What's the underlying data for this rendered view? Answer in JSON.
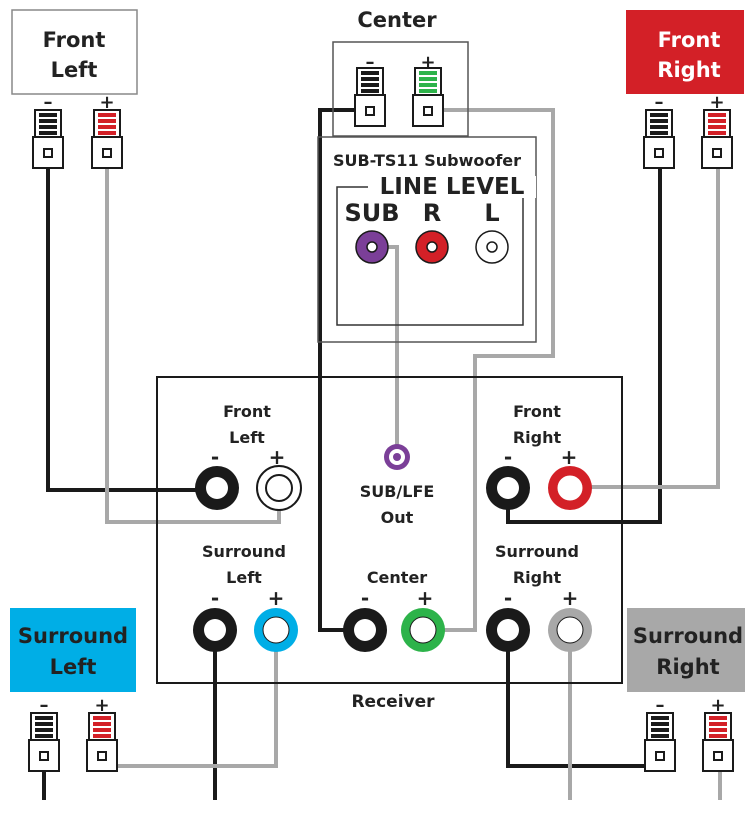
{
  "speakers": {
    "front_left": {
      "label_line1": "Front",
      "label_line2": "Left",
      "box_color": "#ffffff",
      "text_color": "#222222"
    },
    "front_right": {
      "label_line1": "Front",
      "label_line2": "Right",
      "box_color": "#d32027",
      "text_color": "#ffffff"
    },
    "center": {
      "label": "Center",
      "box_color": "#ffffff"
    },
    "surround_left": {
      "label_line1": "Surround",
      "label_line2": "Left",
      "box_color": "#00aee6",
      "text_color": "#222222"
    },
    "surround_right": {
      "label_line1": "Surround",
      "label_line2": "Right",
      "box_color": "#a8a8a8",
      "text_color": "#222222"
    }
  },
  "polarity": {
    "minus": "–",
    "plus": "+"
  },
  "subwoofer": {
    "title": "SUB-TS11 Subwoofer",
    "line_level": "LINE LEVEL",
    "sub": "SUB",
    "r": "R",
    "l": "L"
  },
  "receiver": {
    "label": "Receiver",
    "front_left_1": "Front",
    "front_left_2": "Left",
    "front_right_1": "Front",
    "front_right_2": "Right",
    "sub_1": "SUB/LFE",
    "sub_2": "Out",
    "surround_left_1": "Surround",
    "surround_left_2": "Left",
    "center": "Center",
    "surround_right_1": "Surround",
    "surround_right_2": "Right",
    "jack_minus": "-",
    "jack_plus": "+"
  },
  "colors": {
    "red": "#d32027",
    "green": "#2db34a",
    "blue": "#00aee6",
    "purple": "#7b3f98",
    "gray_wire": "#a8a8a8",
    "black": "#1a1a1a"
  }
}
